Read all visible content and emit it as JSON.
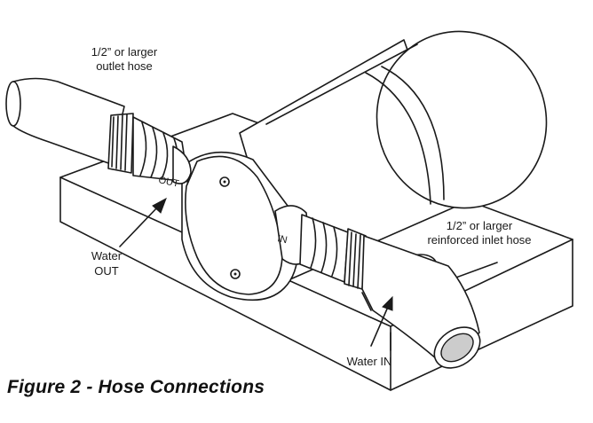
{
  "callouts": {
    "outlet_hose_line1": "1/2” or larger",
    "outlet_hose_line2": "outlet hose",
    "inlet_hose_line1": "1/2” or larger",
    "inlet_hose_line2": "reinforced inlet hose",
    "water_out_line1": "Water",
    "water_out_line2": "OUT",
    "water_in": "Water IN"
  },
  "port_labels": {
    "out": "OUT",
    "in": "IN"
  },
  "caption": "Figure 2 - Hose Connections"
}
